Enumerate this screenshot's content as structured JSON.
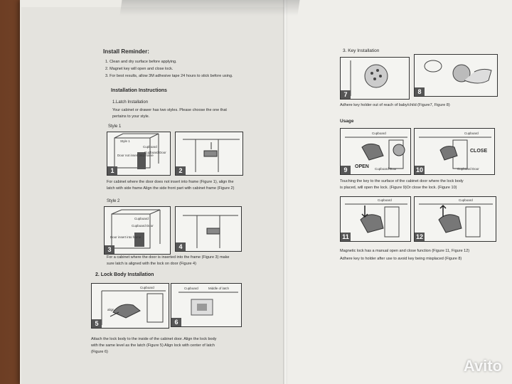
{
  "left": {
    "install_title": "Install Reminder:",
    "reminders": [
      "1. Clean and dry surface before applying.",
      "2. Magnet key will open and close lock.",
      "3. For best results, allow 3M adhesive tape 24 hours to stick before using."
    ],
    "install_instr": "Installation Instructions",
    "latch_title": "1.Latch Installation",
    "latch_desc": [
      "Your cabinet or drawer has two styles. Please choose the one that",
      "pertains to your style."
    ],
    "style1": "Style 1",
    "style2": "Style 2",
    "cap12": [
      "For cabinet where the door does not insert into frame (Figure 1), align the",
      "latch with side frame Align the side front part with cabinet frame (Figure 2)"
    ],
    "cap34": [
      "For a cabinet where the door is inserted into the frame (Figure 3) make",
      "sure latch is aligned with the lock on door (Figure 4)"
    ],
    "lockbody_title": "2. Lock Body Installation",
    "cap56": [
      "Attach the lock body to the inside of the cabinet door. Align the lock body",
      "with the same level as the latch (Figure 5) Align lock with center of latch",
      "(Figure 6)"
    ],
    "fig_labels": {
      "style1_box": "Style 1",
      "door_not_insert": "Door not insert into frame",
      "cupboard": "Cupboard",
      "cupboard_door": "Cupboard Door",
      "door_insert": "Door insert into frame",
      "align": "align",
      "middle_latch": "Middle of latch"
    }
  },
  "right": {
    "key_title": "3. Key Installation",
    "key_caption": "Adhere key holder out of reach of baby/child (Figure7, Figure 8)",
    "usage_title": "Usage",
    "cap910": [
      "Touching the key to the surface of the cabinet door where the lock body",
      "is placed, will open the lock. (Figure 9)Or close the lock. (Figure 10)"
    ],
    "cap1112": [
      "Magnetic lock has a manual open and close function (Figure 11, Figure 12)",
      "Adhere key to holder after use to avoid key being misplaced (Figure 8)"
    ],
    "open": "OPEN",
    "close": "CLOSE",
    "cupboard": "Cupboard",
    "cupboard_door": "Cupboard Door"
  },
  "figure_numbers": [
    "1",
    "2",
    "3",
    "4",
    "5",
    "6",
    "7",
    "8",
    "9",
    "10",
    "11",
    "12"
  ],
  "watermark": "Avito"
}
